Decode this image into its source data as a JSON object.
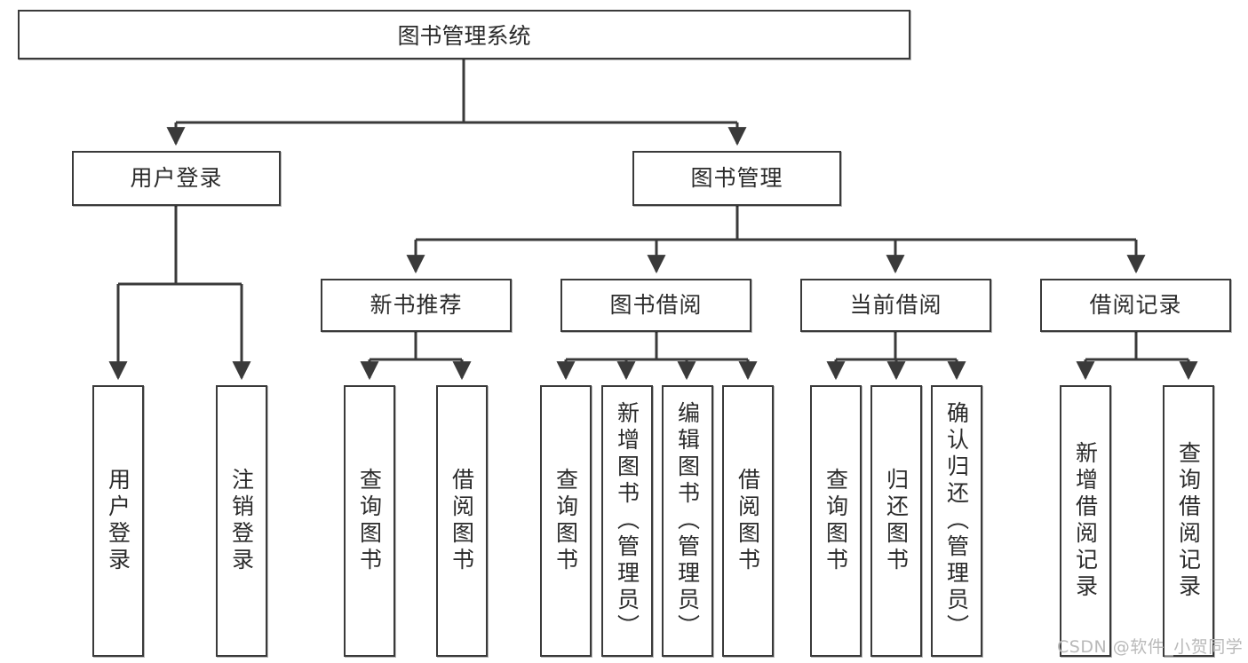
{
  "diagram": {
    "title": "图书管理系统",
    "levels": {
      "root": {
        "label": "图书管理系统"
      },
      "level2": [
        {
          "label": "用户登录"
        },
        {
          "label": "图书管理"
        }
      ],
      "level3": [
        {
          "label": "新书推荐"
        },
        {
          "label": "图书借阅"
        },
        {
          "label": "当前借阅"
        },
        {
          "label": "借阅记录"
        }
      ],
      "level4": [
        {
          "label": "用户登录"
        },
        {
          "label": "注销登录"
        },
        {
          "label": "查询图书"
        },
        {
          "label": "借阅图书"
        },
        {
          "label": "查询图书"
        },
        {
          "label": "新增图书（管理员）"
        },
        {
          "label": "编辑图书（管理员）"
        },
        {
          "label": "借阅图书"
        },
        {
          "label": "查询图书"
        },
        {
          "label": "归还图书"
        },
        {
          "label": "确认归还（管理员）"
        },
        {
          "label": "新增借阅记录"
        },
        {
          "label": "查询借阅记录"
        }
      ]
    },
    "colors": {
      "border": "#3a3a3a",
      "text": "#2b2b2b",
      "background": "#ffffff",
      "watermark": "#b9b9b9"
    }
  },
  "watermark": {
    "text": "CSDN @软件_小贺同学"
  }
}
